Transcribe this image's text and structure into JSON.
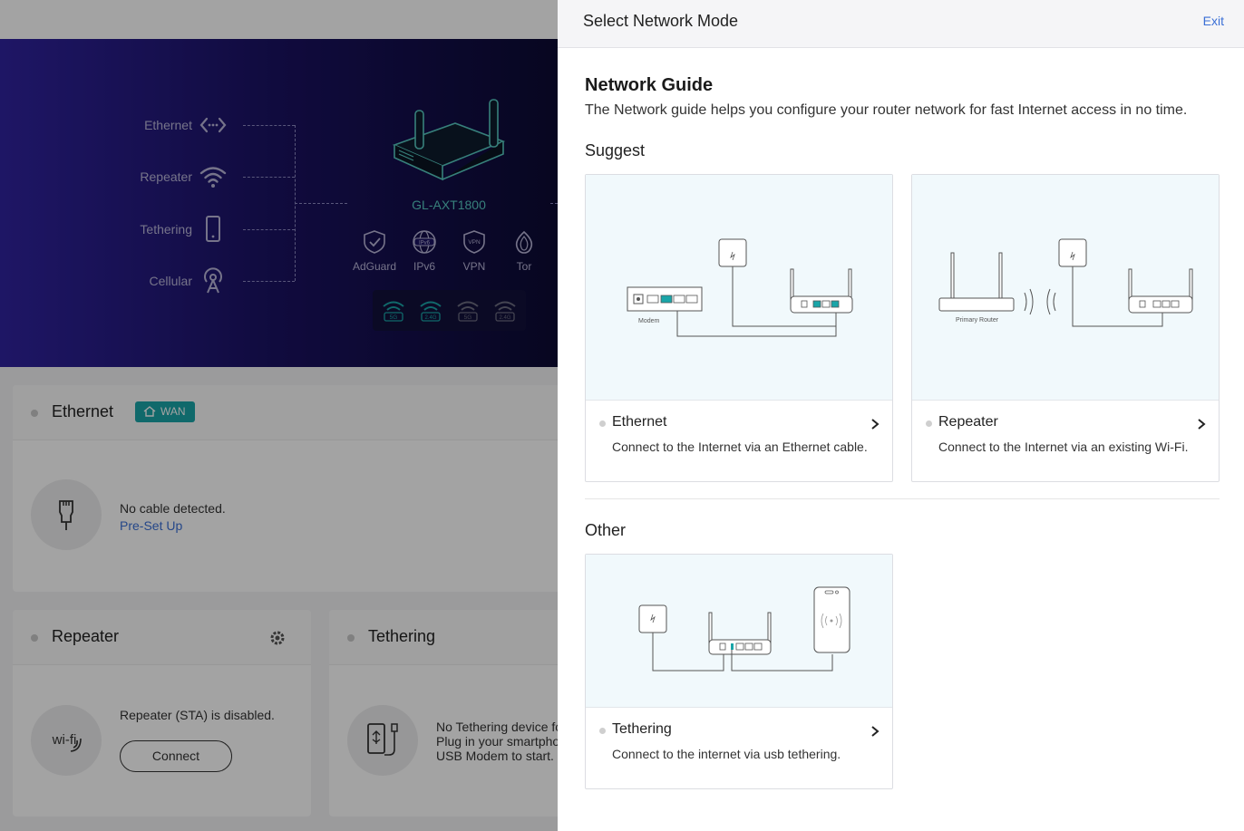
{
  "background": {
    "sources": [
      {
        "label": "Ethernet",
        "icon": "ethernet-arrows-icon"
      },
      {
        "label": "Repeater",
        "icon": "wifi-icon"
      },
      {
        "label": "Tethering",
        "icon": "phone-icon"
      },
      {
        "label": "Cellular",
        "icon": "cell-tower-icon"
      }
    ],
    "router_name": "GL-AXT1800",
    "features": [
      {
        "label": "AdGuard",
        "icon": "shield-check-icon"
      },
      {
        "label": "IPv6",
        "icon": "ipv6-globe-icon"
      },
      {
        "label": "VPN",
        "icon": "vpn-shield-icon"
      },
      {
        "label": "Tor",
        "icon": "tor-onion-icon"
      }
    ],
    "wifi_bands": [
      "5G",
      "2.4G",
      "5G",
      "2.4G"
    ],
    "ethernet_card": {
      "title": "Ethernet",
      "badge": "WAN",
      "status": "No cable detected.",
      "link": "Pre-Set Up"
    },
    "repeater_card": {
      "title": "Repeater",
      "status": "Repeater (STA) is disabled.",
      "button": "Connect"
    },
    "tethering_card": {
      "title": "Tethering",
      "line1": "No Tethering device fo",
      "line2": "Plug in your smartpho",
      "line3": "USB Modem to start."
    }
  },
  "drawer": {
    "title": "Select Network Mode",
    "exit_label": "Exit",
    "guide_title": "Network Guide",
    "guide_desc": "The Network guide helps you configure your router network for fast Internet access in no time.",
    "suggest_label": "Suggest",
    "other_label": "Other",
    "modes": {
      "ethernet": {
        "name": "Ethernet",
        "desc": "Connect to the Internet via an Ethernet cable.",
        "img_label": "Modem"
      },
      "repeater": {
        "name": "Repeater",
        "desc": "Connect to the Internet via an existing Wi-Fi.",
        "img_label": "Primary Router"
      },
      "tethering": {
        "name": "Tethering",
        "desc": "Connect to the internet via usb tethering."
      }
    }
  },
  "colors": {
    "accent_link": "#3b6fd6",
    "teal": "#1aa5a8",
    "hero_start": "#30239f",
    "card_image_bg": "#f1f9fc"
  }
}
